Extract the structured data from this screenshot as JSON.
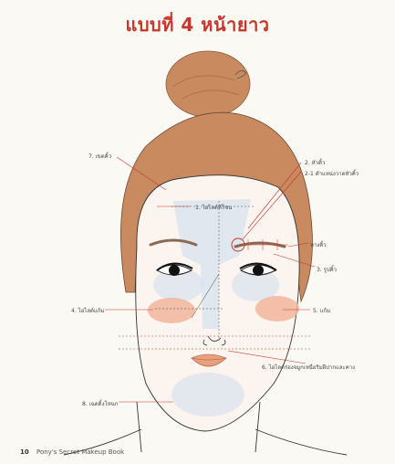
{
  "title": "แบบที่ 4 หน้ายาว",
  "labels": {
    "l7": "7. เขตคิ้ว",
    "l1": "1. ไฮไลต์ทีโซน",
    "l2": "2. หัวคิ้ว",
    "l21": "2-1 ตำแหน่งวาดหัวคิ้ว",
    "l3": "หางคิ้ว",
    "l3b": "3. รูปคิ้ว",
    "l4": "4. ไฮไลต์แก้ม",
    "l5": "5. แก้ม",
    "l6": "6. ไฮไลต์ร่องจมูกเหนือริมฝีปากและคาง",
    "l8": "8. เฉดดิ้งโหนก"
  },
  "footer": {
    "page_number": "10",
    "book_title": "Pony's Secret Makeup Book"
  },
  "colors": {
    "title": "#c8352a",
    "hair": "#c88a5e",
    "skin": "#fcf4ee",
    "blush": "#f2b59b",
    "highlight": "#d8e3ee",
    "lips": "#e9a07c",
    "guide": "#c0392b"
  }
}
